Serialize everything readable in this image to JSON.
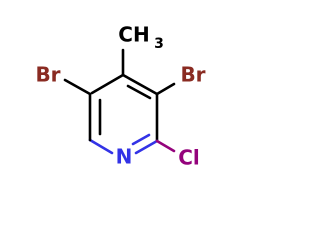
{
  "molecule": {
    "atoms": {
      "br_left": {
        "label": "Br",
        "color": "#8a2b22"
      },
      "br_right": {
        "label": "Br",
        "color": "#8a2b22"
      },
      "nitrogen": {
        "label": "N",
        "color": "#3333e6"
      },
      "chlorine": {
        "label": "Cl",
        "color": "#94037c"
      },
      "methyl": {
        "label": "CH",
        "subscript": "3",
        "color": "#000000"
      }
    }
  }
}
